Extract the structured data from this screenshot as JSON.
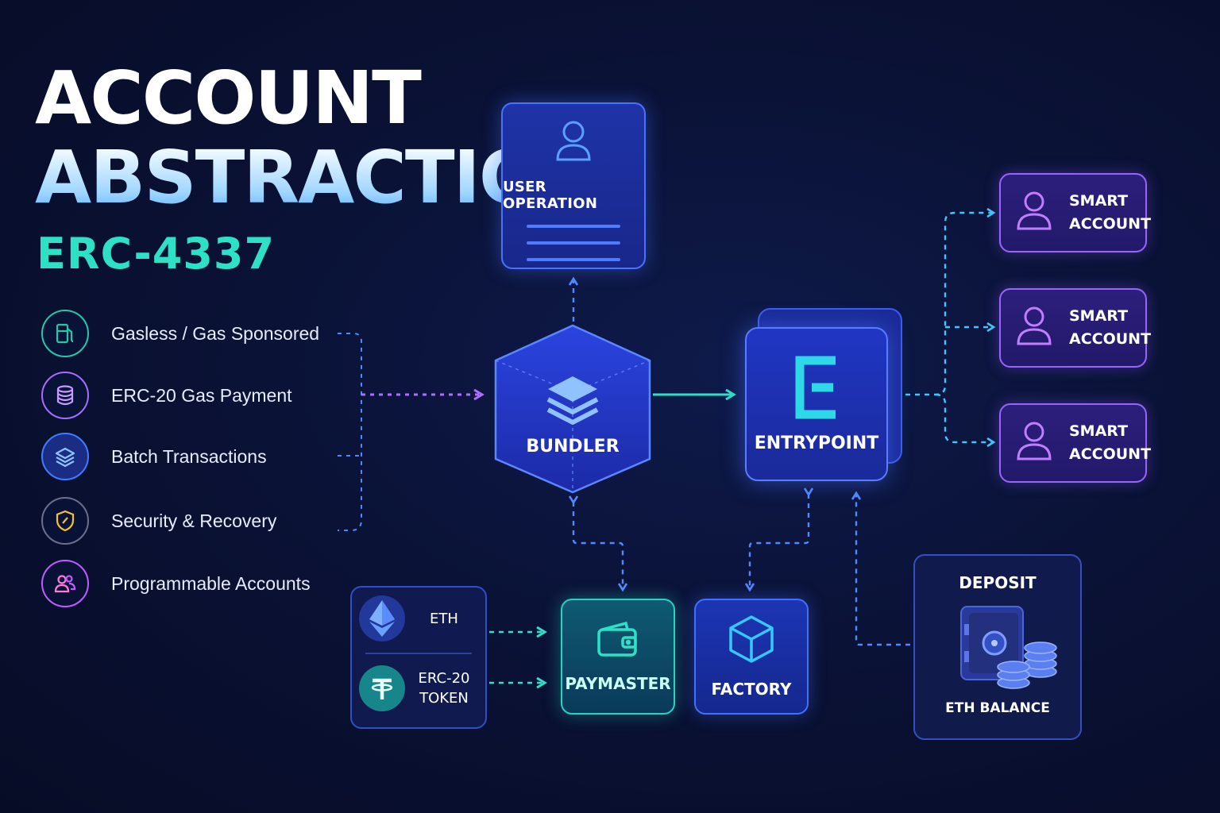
{
  "title": {
    "line1": "ACCOUNT",
    "line2": "ABSTRACTION",
    "subtitle": "ERC-4337"
  },
  "features": [
    {
      "label": "Gasless / Gas Sponsored",
      "icon": "gas-pump-icon",
      "color": "#22c9a8"
    },
    {
      "label": "ERC-20 Gas Payment",
      "icon": "coin-stack-icon",
      "color": "#a86cff"
    },
    {
      "label": "Batch Transactions",
      "icon": "layers-icon",
      "color": "#3f7dff"
    },
    {
      "label": "Security & Recovery",
      "icon": "shield-icon",
      "color": "#f2c230"
    },
    {
      "label": "Programmable Accounts",
      "icon": "users-icon",
      "color": "#c25bff"
    }
  ],
  "nodes": {
    "user_operation": "USER OPERATION",
    "bundler": "BUNDLER",
    "entrypoint": "ENTRYPOINT",
    "smart_accounts": [
      "SMART ACCOUNT",
      "SMART ACCOUNT",
      "SMART ACCOUNT"
    ],
    "tokens": {
      "eth": "ETH",
      "erc20_line1": "ERC-20",
      "erc20_line2": "TOKEN"
    },
    "paymaster": "PAYMASTER",
    "factory": "FACTORY",
    "deposit": {
      "title": "DEPOSIT",
      "balance": "ETH BALANCE"
    }
  },
  "colors": {
    "background": "#0a1236",
    "accent_blue": "#4a72ff",
    "accent_teal": "#2ee0c6",
    "accent_purple": "#9a62ff",
    "arrow_blue": "#4f8bff",
    "arrow_purple": "#b06cff"
  }
}
